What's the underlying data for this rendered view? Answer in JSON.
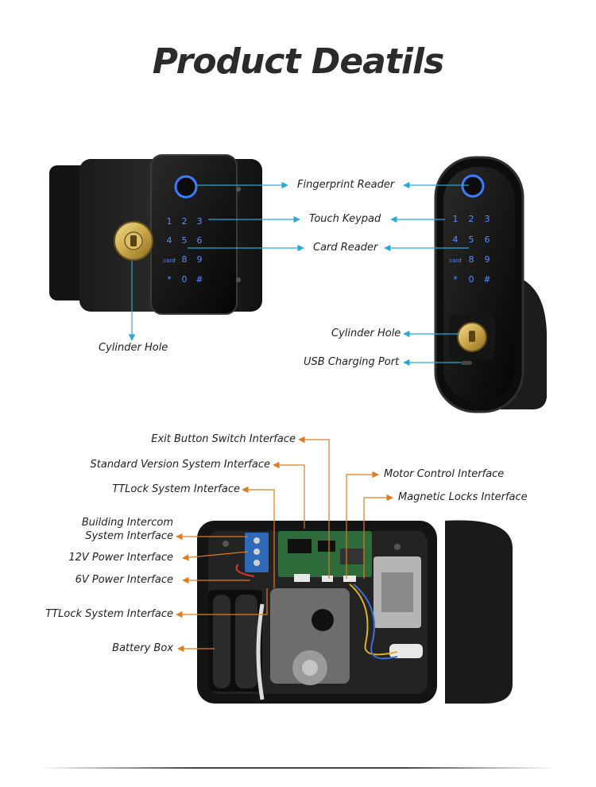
{
  "title": "Product Deatils",
  "colors": {
    "blue_leader": "#2aa7d9",
    "orange_leader": "#e07a1f",
    "keypad_glow": "#3b7cff",
    "brass": "#c9a84a"
  },
  "top_labels": {
    "fingerprint": "Fingerprint Reader",
    "keypad": "Touch Keypad",
    "card": "Card Reader",
    "cylinder_left": "Cylinder Hole",
    "cylinder_right": "Cylinder Hole",
    "usb": "USB Charging Port"
  },
  "keypad": {
    "rows": [
      [
        "1",
        "2",
        "3"
      ],
      [
        "4",
        "5",
        "6"
      ],
      [
        "card",
        "8",
        "9"
      ],
      [
        "*",
        "0",
        "#"
      ]
    ]
  },
  "interface_labels": {
    "exit_button": "Exit Button Switch Interface",
    "standard": "Standard Version System Interface",
    "ttlock_top": "TTLock System Interface",
    "intercom_line1": "Building Intercom",
    "intercom_line2": "System Interface",
    "power12": "12V Power Interface",
    "power6": "6V Power Interface",
    "ttlock_bottom": "TTLock System Interface",
    "battery": "Battery Box",
    "motor": "Motor Control Interface",
    "magnetic": "Magnetic Locks Interface"
  },
  "icons": [
    "fingerprint-icon",
    "key-cylinder-icon",
    "usb-port-icon",
    "arrow-icon"
  ]
}
